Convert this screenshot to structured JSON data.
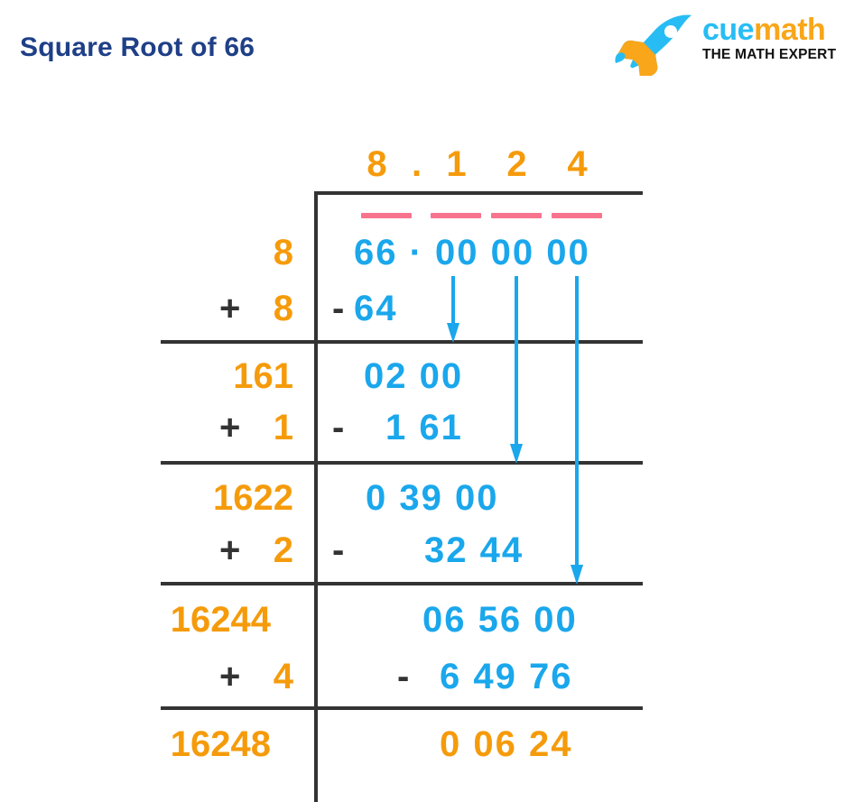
{
  "header": {
    "title": "Square Root of 66",
    "title_color": "#1f3f87",
    "logo": {
      "icon_name": "rocket-icon",
      "word_part_1": "cue",
      "word_part_2": "math",
      "tagline": "THE MATH EXPERT",
      "cue_color": "#27bdf4",
      "math_color": "#f9a61a"
    }
  },
  "colors": {
    "orange": "#f59b0b",
    "blue": "#1aa7ec",
    "pink": "#f8738d",
    "dark": "#333333"
  },
  "long_division": {
    "quotient_digits": [
      "8",
      ".",
      "1",
      "2",
      "4"
    ],
    "dividend": "66 · 00 00 00",
    "dividend_groups": [
      "66",
      "00",
      "00",
      "00"
    ],
    "vinculum_count": 4,
    "steps": [
      {
        "divisor": "8",
        "add": "+ 8",
        "add_sign": "+",
        "add_value": "8",
        "bring_down": "66 · 00 00 00",
        "subtract_sign": "-",
        "product": "64"
      },
      {
        "divisor": "161",
        "add_sign": "+",
        "add_value": "1",
        "bring_down": "02 00",
        "subtract_sign": "-",
        "product": "1 61"
      },
      {
        "divisor": "1622",
        "add_sign": "+",
        "add_value": "2",
        "bring_down": "0 39 00",
        "subtract_sign": "-",
        "product": "32 44"
      },
      {
        "divisor": "16244",
        "add_sign": "+",
        "add_value": "4",
        "bring_down": "06 56 00",
        "subtract_sign": "-",
        "product": "6 49 76"
      }
    ],
    "final_divisor": "16248",
    "remainder": "0 06 24",
    "arrow_count": 3
  }
}
